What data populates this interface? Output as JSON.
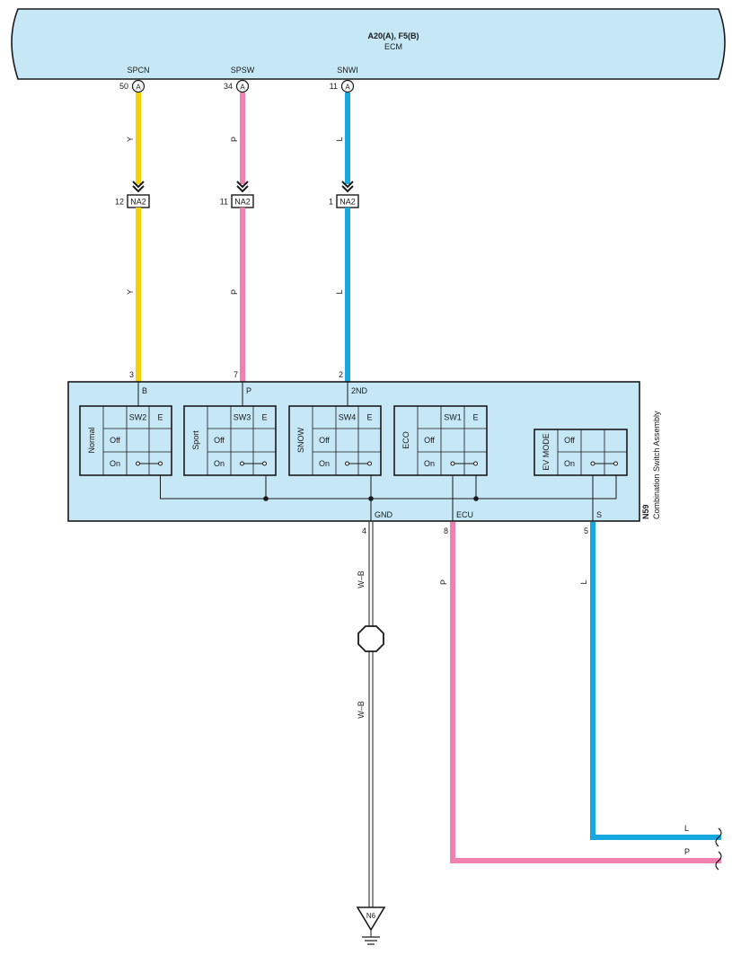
{
  "ecm": {
    "connectors": "A20(A), F5(B)",
    "name": "ECM",
    "pins": [
      {
        "signal": "SPCN",
        "pin": "50",
        "connector": "A",
        "wire_color": "Y"
      },
      {
        "signal": "SPSW",
        "pin": "34",
        "connector": "A",
        "wire_color": "P"
      },
      {
        "signal": "SNWI",
        "pin": "11",
        "connector": "A",
        "wire_color": "L"
      }
    ]
  },
  "junction": {
    "name": "NA2",
    "pins": [
      "12",
      "11",
      "1"
    ]
  },
  "switch_assembly": {
    "id": "N59",
    "name": "Combination Switch Assembly",
    "input_pins": [
      {
        "pin": "3",
        "terminal": "B"
      },
      {
        "pin": "7",
        "terminal": "P"
      },
      {
        "pin": "2",
        "terminal": "2ND"
      }
    ],
    "output_pins": [
      {
        "pin": "4",
        "terminal": "GND",
        "wire_color": "W–B"
      },
      {
        "pin": "8",
        "terminal": "ECU",
        "wire_color": "P"
      },
      {
        "pin": "5",
        "terminal": "S",
        "wire_color": "L"
      }
    ],
    "switches": [
      {
        "mode": "Normal",
        "sw": "SW2",
        "e": "E",
        "off": "Off",
        "on": "On"
      },
      {
        "mode": "Sport",
        "sw": "SW3",
        "e": "E",
        "off": "Off",
        "on": "On"
      },
      {
        "mode": "SNOW",
        "sw": "SW4",
        "e": "E",
        "off": "Off",
        "on": "On"
      },
      {
        "mode": "ECO",
        "sw": "SW1",
        "e": "E",
        "off": "Off",
        "on": "On"
      }
    ],
    "ev_switch": {
      "mode": "EV MODE",
      "off": "Off",
      "on": "On"
    }
  },
  "wire_labels": {
    "y": "Y",
    "p": "P",
    "l": "L",
    "wb": "W–B"
  },
  "ground": {
    "id": "N6"
  },
  "colors": {
    "panel_fill": "#c6e7f6",
    "yellow_wire": "#f5d200",
    "pink_wire": "#f080b0",
    "blue_wire": "#18a8e0"
  }
}
